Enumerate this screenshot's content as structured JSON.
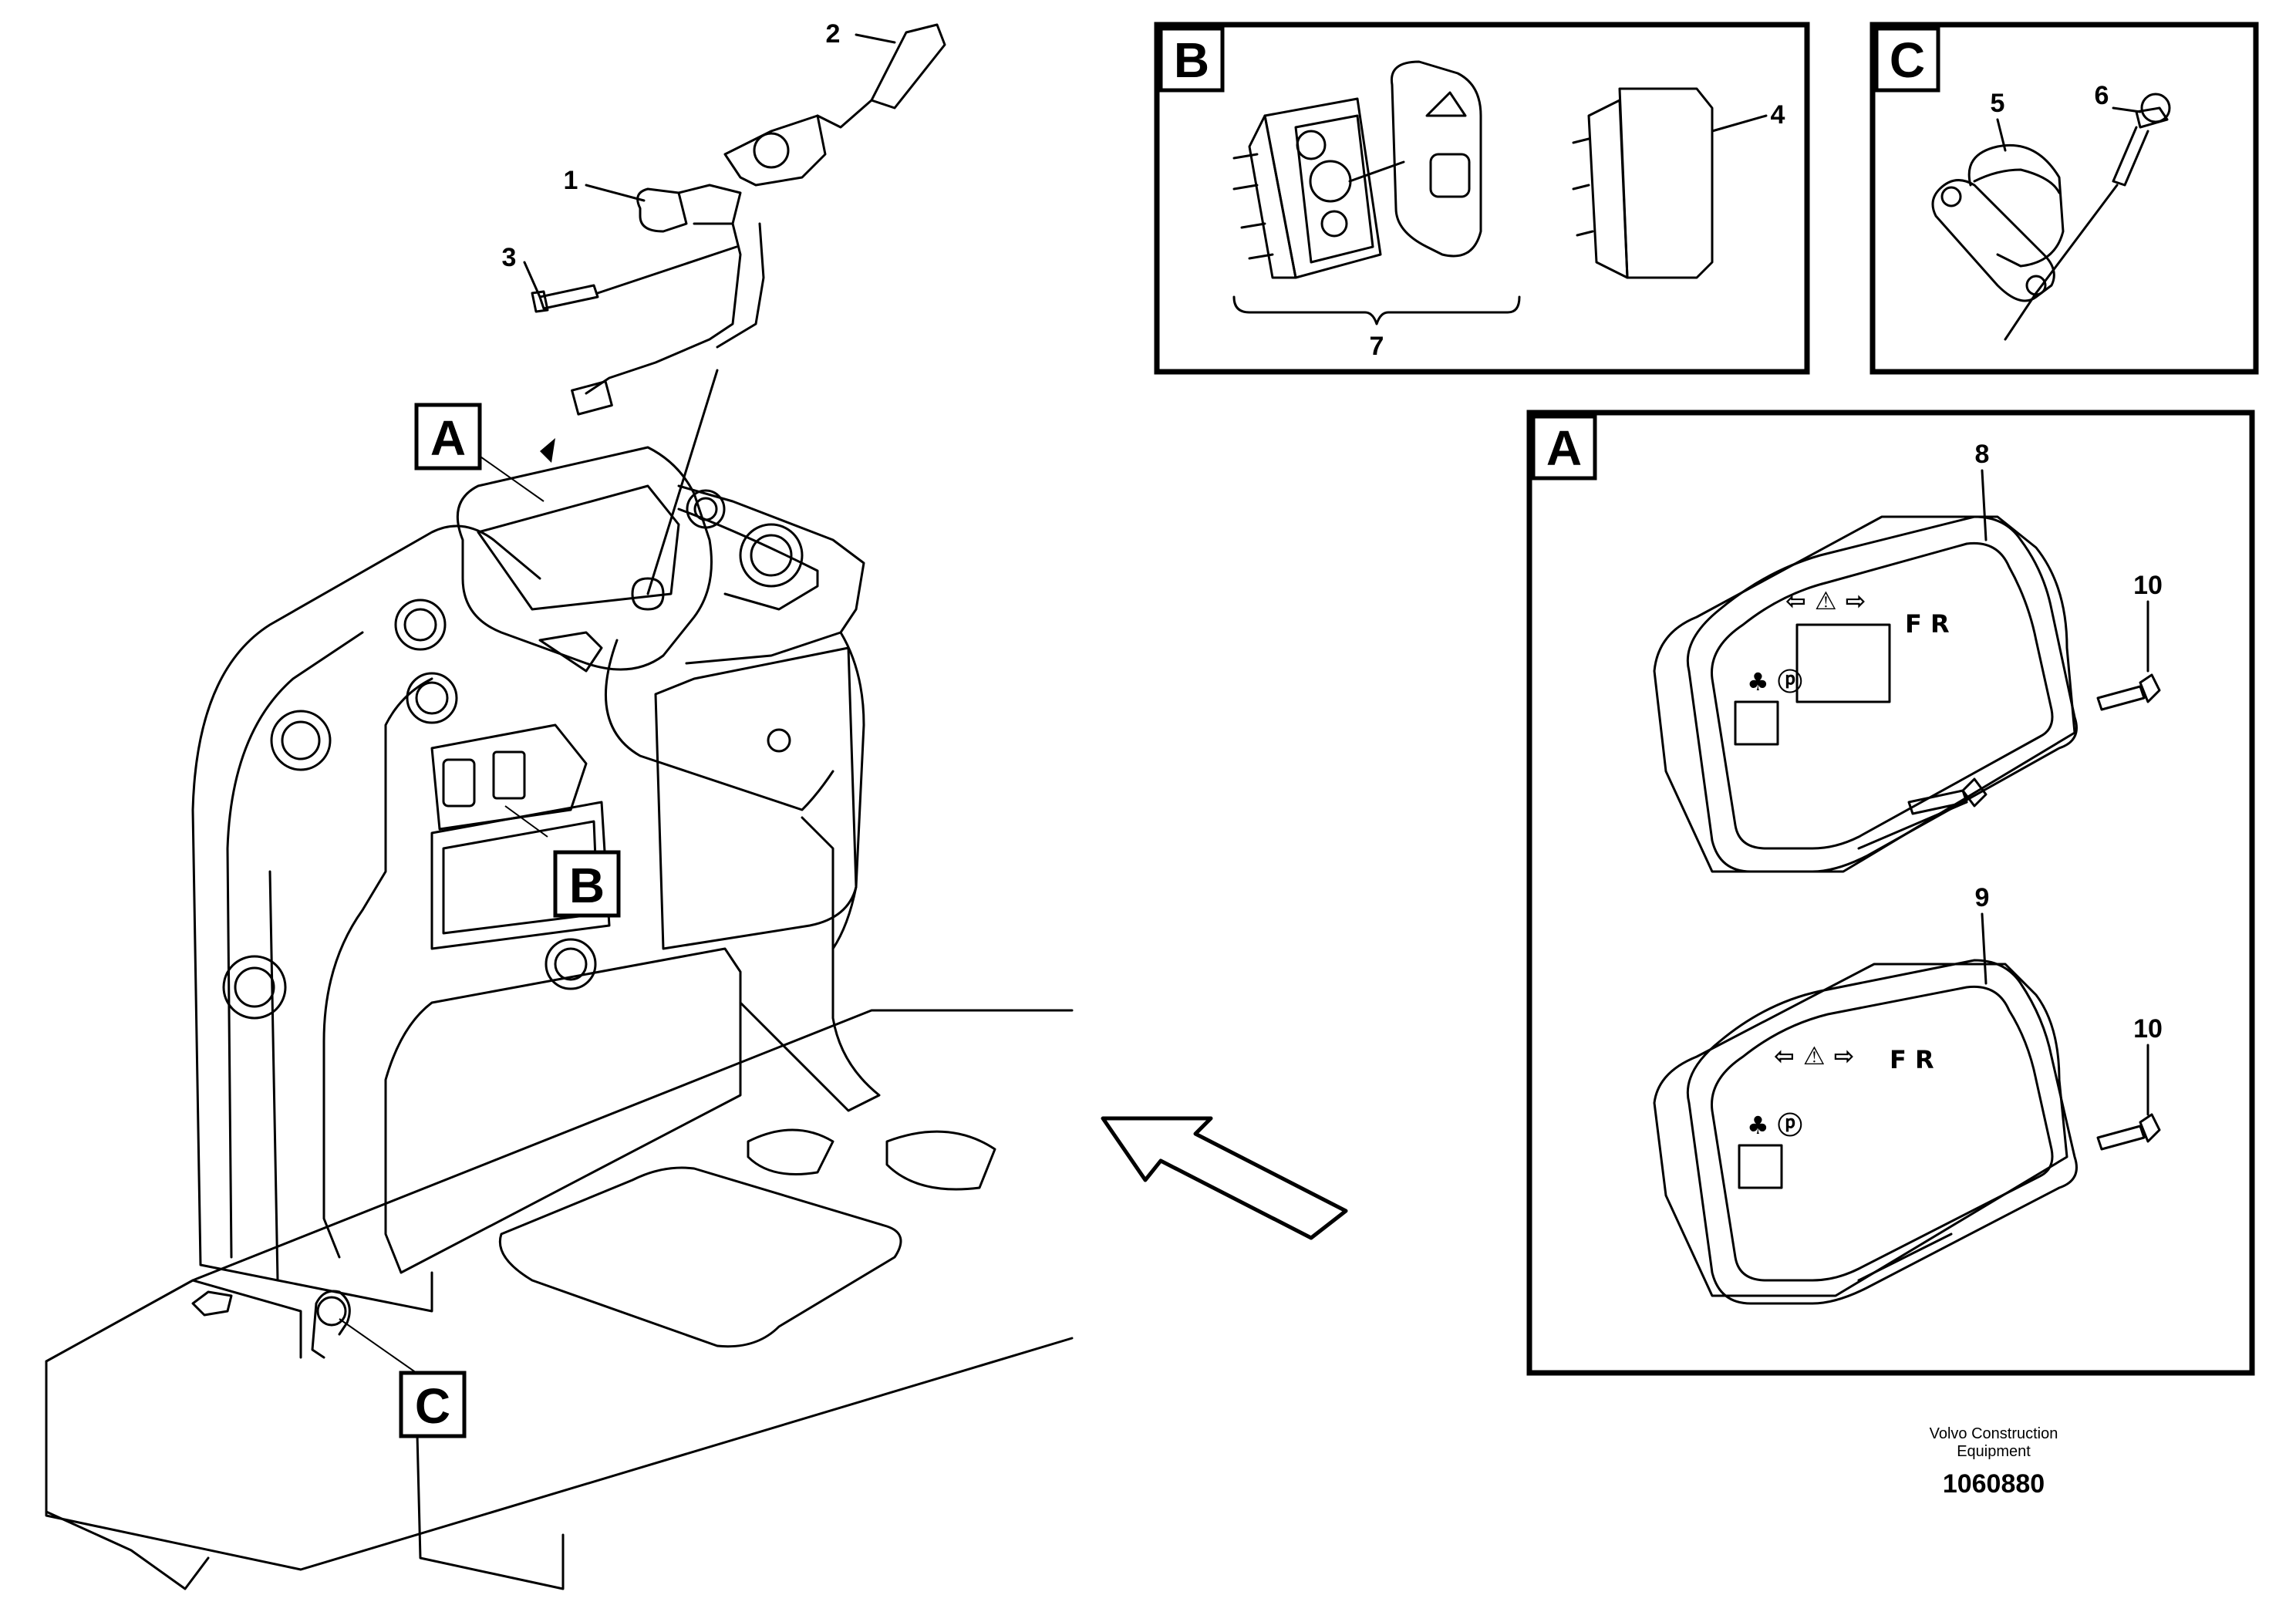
{
  "callouts": {
    "n1": "1",
    "n2": "2",
    "n3": "3",
    "n4": "4",
    "n5": "5",
    "n6": "6",
    "n7": "7",
    "n8": "8",
    "n9": "9",
    "n10a": "10",
    "n10b": "10"
  },
  "detail_labels": {
    "a_main": "A",
    "b_main": "B",
    "c_main": "C",
    "b_panel": "B",
    "c_panel": "C",
    "a_panel": "A"
  },
  "cluster_symbols": {
    "fr": "F R"
  },
  "credit": {
    "company_line1": "Volvo Construction",
    "company_line2": "Equipment",
    "drawing_number": "1060880"
  }
}
